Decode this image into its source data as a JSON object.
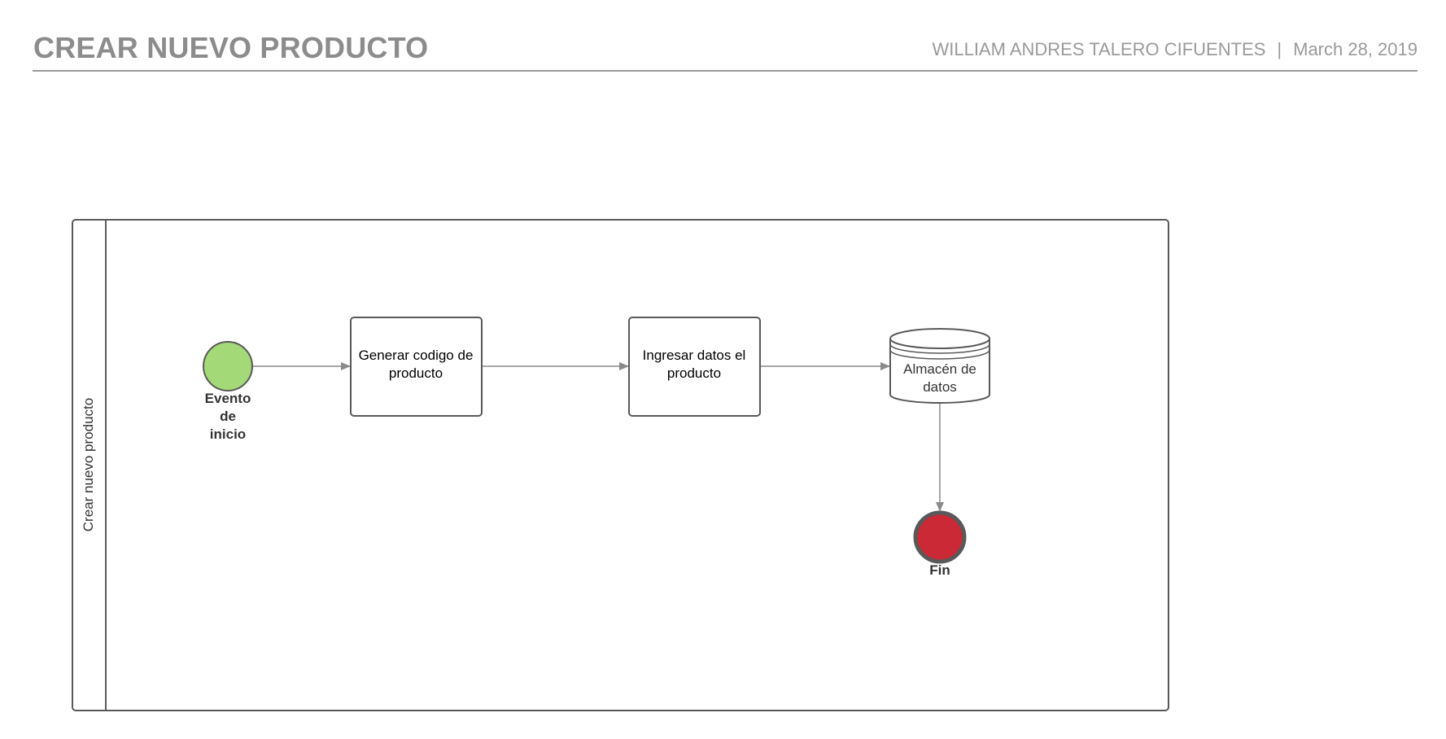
{
  "header": {
    "title": "CREAR NUEVO PRODUCTO",
    "author": "WILLIAM ANDRES TALERO CIFUENTES",
    "separator": "|",
    "date": "March 28, 2019"
  },
  "pool": {
    "label": "Crear nuevo producto"
  },
  "nodes": {
    "start_event": {
      "type": "start-event",
      "label_lines": [
        "Evento",
        "de",
        "inicio"
      ],
      "fill": "#a4d977"
    },
    "task_generate": {
      "type": "task",
      "label_lines": [
        "Generar codigo de",
        "producto"
      ]
    },
    "task_input": {
      "type": "task",
      "label_lines": [
        "Ingresar datos el",
        "producto"
      ]
    },
    "data_store": {
      "type": "data-store",
      "label_lines": [
        "Almacén de",
        "datos"
      ]
    },
    "end_event": {
      "type": "end-event",
      "label_lines": [
        "Fin"
      ],
      "fill": "#cc2936"
    }
  },
  "colors": {
    "stroke": "#595959",
    "connector": "#8a8a8a",
    "header_text": "#8c8c8c",
    "header_rule": "#9a9a9a"
  }
}
